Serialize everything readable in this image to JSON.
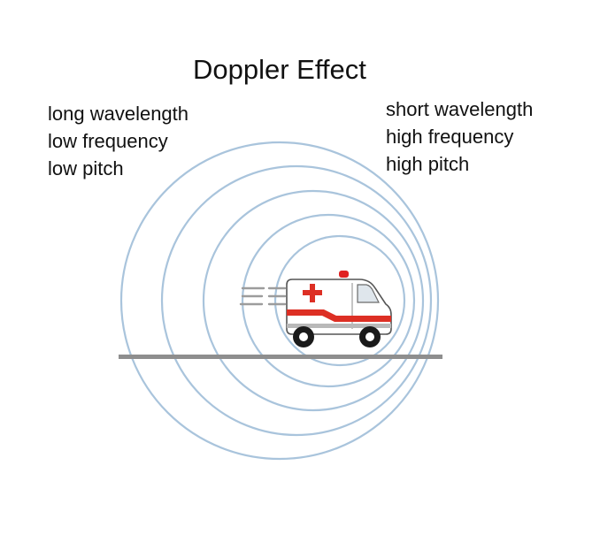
{
  "diagram": {
    "title": "Doppler Effect",
    "left_labels": [
      "long wavelength",
      "low frequency",
      "low pitch"
    ],
    "right_labels": [
      "short wavelength",
      "high frequency",
      "high pitch"
    ],
    "colors": {
      "wave": "#a9c4dc",
      "ground": "#8e8e8e",
      "ambulance_body": "#ffffff",
      "stripe": "#dd2f24",
      "cross": "#dd2f24",
      "siren": "#e02020",
      "window": "#dfe6ec",
      "wheel": "#1a1a1a",
      "outline": "#555555",
      "motion_lines": "#9c9c9c"
    },
    "icons": {
      "vehicle": "ambulance-icon",
      "waves": "sound-wave-circles",
      "motion": "motion-lines"
    }
  }
}
